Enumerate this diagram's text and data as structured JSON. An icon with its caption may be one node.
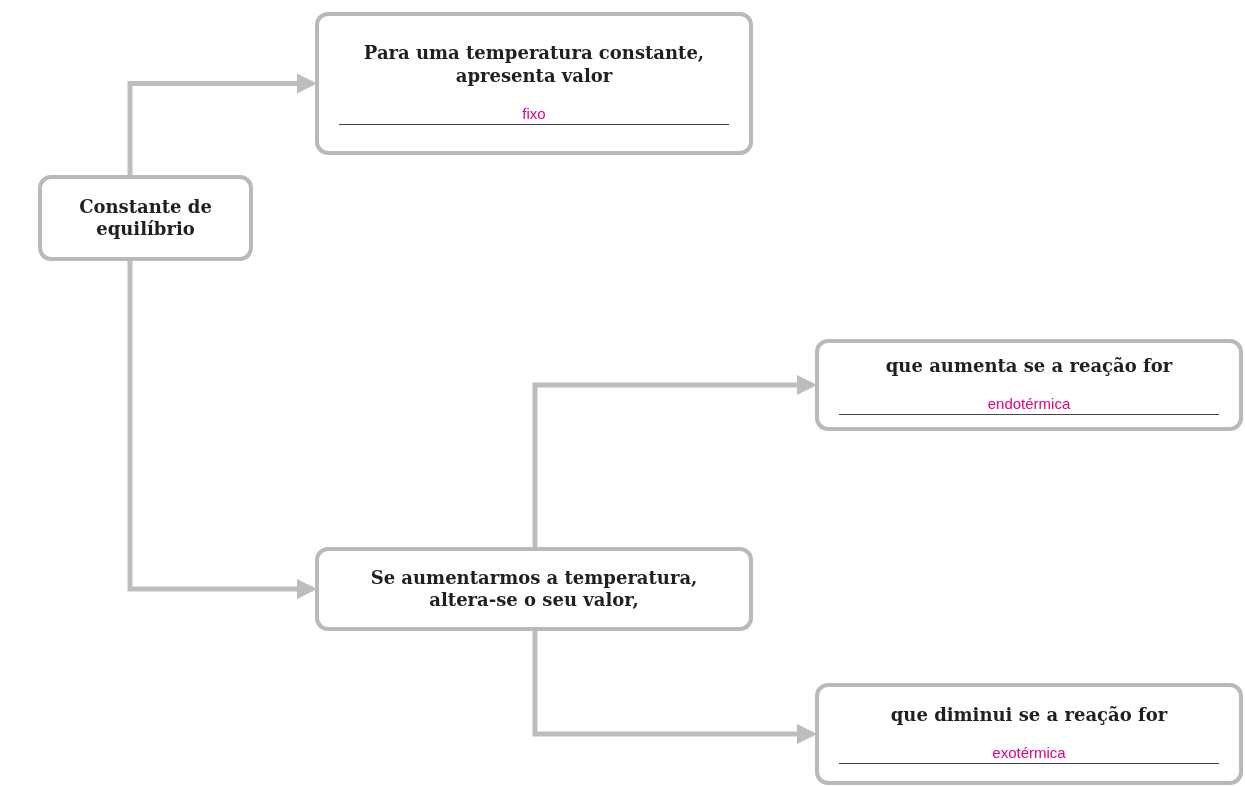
{
  "diagram": {
    "nodes": [
      {
        "text": [
          "Constante de equilíbrio"
        ]
      },
      {
        "text": [
          "Para uma temperatura constante, apresenta valor",
          "fixo"
        ]
      },
      {
        "text": [
          "Se aumentarmos a temperatura, altera-se o seu valor,"
        ]
      },
      {
        "text": [
          "que aumenta se a reação for",
          "endotérmica"
        ]
      },
      {
        "text": [
          "que diminui se a reação for",
          "exotérmica"
        ]
      }
    ],
    "edges": [
      {
        "from": 0,
        "to": 1,
        "arrow": "to"
      },
      {
        "from": 0,
        "to": 2,
        "arrow": "to"
      },
      {
        "from": 2,
        "to": 3,
        "arrow": "to"
      },
      {
        "from": 2,
        "to": 4,
        "arrow": "to"
      }
    ]
  }
}
